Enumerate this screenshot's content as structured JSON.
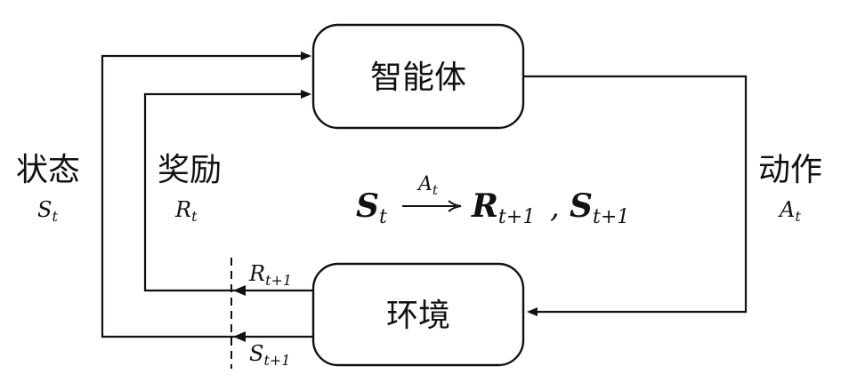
{
  "nodes": {
    "agent_label": "智能体",
    "environment_label": "环境"
  },
  "labels": {
    "state": {
      "text": "状态",
      "symbol": "S",
      "sub": "t"
    },
    "reward": {
      "text": "奖励",
      "symbol": "R",
      "sub": "t"
    },
    "action": {
      "text": "动作",
      "symbol": "A",
      "sub": "t"
    },
    "next_reward": {
      "symbol": "R",
      "sub": "t+1"
    },
    "next_state": {
      "symbol": "S",
      "sub": "t+1"
    }
  },
  "equation": {
    "lhs": "S",
    "lhs_sub": "t",
    "arrow_label": "A",
    "arrow_label_sub": "t",
    "rhs1": "R",
    "rhs1_sub": "t+1",
    "separator": ",",
    "rhs2": "S",
    "rhs2_sub": "t+1"
  },
  "colors": {
    "stroke": "#111111",
    "background": "#ffffff"
  }
}
